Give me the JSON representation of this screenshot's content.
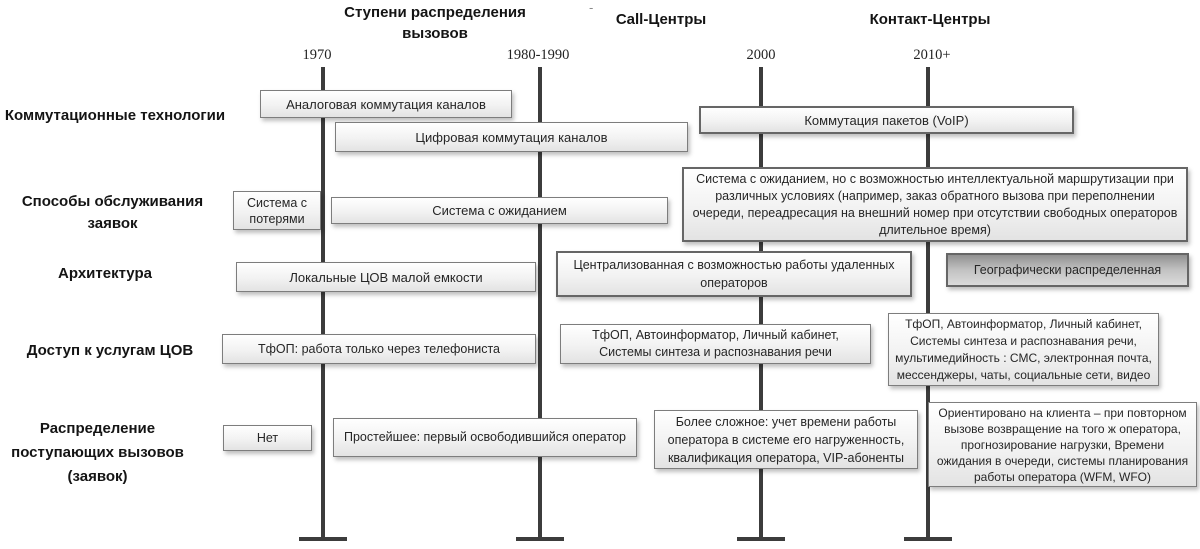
{
  "titles": {
    "stages": "Ступени распределения вызовов",
    "call_centers": "Call-Центры",
    "contact_centers": "Контакт-Центры",
    "top_dash": "-"
  },
  "years": [
    "1970",
    "1980-1990",
    "2000",
    "2010+"
  ],
  "row_labels": {
    "switching": "Коммутационные технологии",
    "service": "Способы обслуживания заявок",
    "architecture": "Архитектура",
    "access": "Доступ к услугам ЦОВ",
    "distribution": "Распределение поступающих вызовов (заявок)"
  },
  "boxes": {
    "analog_switching": "Аналоговая коммутация каналов",
    "digital_switching": "Цифровая коммутация каналов",
    "packet_switching": "Коммутация пакетов (VoIP)",
    "loss_system": "Система с потерями",
    "waiting_system": "Система с ожиданием",
    "smart_waiting_system": "Система с ожиданием, но с возможностью интеллектуальной маршрутизации при различных условиях (например, заказ обратного вызова при переполнении очереди, переадресация на внешний номер при отсутствии свободных операторов длительное время)",
    "local_architecture": "Локальные ЦОВ малой емкости",
    "centralized_architecture": "Централизованная с возможностью работы удаленных операторов",
    "distributed_architecture": "Географически распределенная",
    "access_pstn": "ТфОП: работа только через телефониста",
    "access_selfservice": "ТфОП,  Автоинформатор, Личный кабинет, Системы синтеза и распознавания речи",
    "access_multimedia": "ТфОП,  Автоинформатор, Личный кабинет, Системы синтеза и распознавания речи, мультимедийность : СМС, электронная почта, мессенджеры, чаты, социальные сети, видео",
    "distribution_none": "Нет",
    "distribution_simple": "Простейшее: первый освободившийся оператор",
    "distribution_advanced": "Более сложное: учет времени работы оператора в системе  его нагруженность, квалификация оператора, VIP-абоненты",
    "distribution_client": "Ориентировано на клиента – при повторном вызове возвращение на того ж оператора, прогнозирование нагрузки, Времени ожидания в очереди, системы планирования работы оператора (WFM, WFO)"
  },
  "colors": {
    "line": "#3c3c3c",
    "box_border": "#7d7d7d",
    "box_fill_top": "#ffffff",
    "box_fill_bottom": "#e3e3e3",
    "highlight_fill_top": "#919191",
    "highlight_fill_bottom": "#dbdbdb"
  }
}
